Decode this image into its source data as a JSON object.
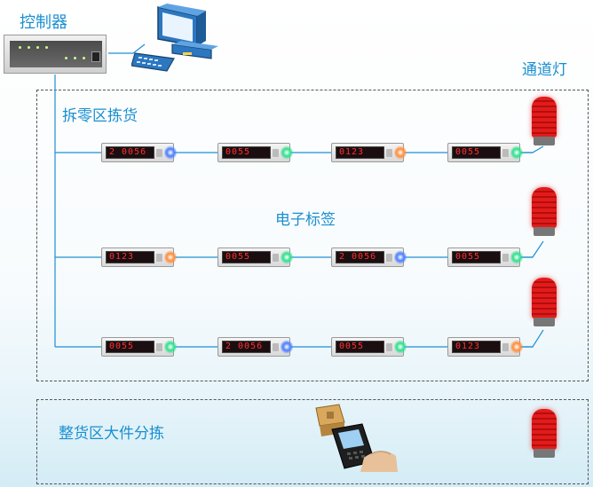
{
  "labels": {
    "controller": "控制器",
    "channel_light": "通道灯",
    "bulk_zone": "拆零区拣货",
    "electronic_label": "电子标签",
    "whole_zone": "整货区大件分拣"
  },
  "tags": [
    {
      "row": 1,
      "col": 1,
      "display": "2 0056",
      "prefix_color": "#3b7dff",
      "digit_color": "#ff3030",
      "led": "#4a7cff"
    },
    {
      "row": 1,
      "col": 2,
      "display": "0055",
      "prefix_color": "#33d07a",
      "digit_color": "#ff3030",
      "led": "#2ee08c"
    },
    {
      "row": 1,
      "col": 3,
      "display": "0123",
      "prefix_color": "#ff3a3a",
      "digit_color": "#ff3030",
      "led": "#ff8c3a"
    },
    {
      "row": 1,
      "col": 4,
      "display": "0055",
      "prefix_color": "#33d07a",
      "digit_color": "#ff3030",
      "led": "#2ee08c"
    },
    {
      "row": 2,
      "col": 1,
      "display": "0123",
      "prefix_color": "#ff3a3a",
      "digit_color": "#ff3030",
      "led": "#ff8c3a"
    },
    {
      "row": 2,
      "col": 2,
      "display": "0055",
      "prefix_color": "#33d07a",
      "digit_color": "#ff3030",
      "led": "#2ee08c"
    },
    {
      "row": 2,
      "col": 3,
      "display": "2 0056",
      "prefix_color": "#3b7dff",
      "digit_color": "#ff3030",
      "led": "#4a7cff"
    },
    {
      "row": 2,
      "col": 4,
      "display": "0055",
      "prefix_color": "#33d07a",
      "digit_color": "#ff3030",
      "led": "#2ee08c"
    },
    {
      "row": 3,
      "col": 1,
      "display": "0055",
      "prefix_color": "#33d07a",
      "digit_color": "#ff3030",
      "led": "#2ee08c"
    },
    {
      "row": 3,
      "col": 2,
      "display": "2 0056",
      "prefix_color": "#3b7dff",
      "digit_color": "#ff3030",
      "led": "#4a7cff"
    },
    {
      "row": 3,
      "col": 3,
      "display": "0055",
      "prefix_color": "#33d07a",
      "digit_color": "#ff3030",
      "led": "#2ee08c"
    },
    {
      "row": 3,
      "col": 4,
      "display": "0123",
      "prefix_color": "#ff3a3a",
      "digit_color": "#ff3030",
      "led": "#ff8c3a"
    }
  ],
  "colors": {
    "label_text": "#1a8fd0",
    "wire": "#1e8fd6",
    "zone_border": "#555555",
    "beacon_red": "#e31b1b"
  }
}
